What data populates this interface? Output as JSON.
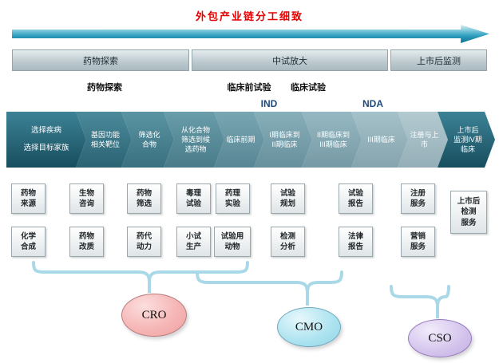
{
  "title": "外包产业链分工细致",
  "phases": [
    {
      "label": "药物探索"
    },
    {
      "label": "中试放大"
    },
    {
      "label": "上市后监测"
    }
  ],
  "stages": [
    "药物探索",
    "临床前试验",
    "临床试验"
  ],
  "milestones": {
    "ind": "IND",
    "nda": "NDA"
  },
  "flow": {
    "steps": [
      {
        "label": "选择疾病\n选择目标家族"
      },
      {
        "label": "基因功能\n相关靶位"
      },
      {
        "label": "筛选化\n合物"
      },
      {
        "label": "从化合物\n筛选到候\n选药物"
      },
      {
        "label": "临床前期"
      },
      {
        "label": "I期临床到\nII期临床"
      },
      {
        "label": "II期临床到\nIII期临床"
      },
      {
        "label": "III期临床"
      },
      {
        "label": "注册与上市"
      },
      {
        "label": "上市后\n监测IV期\n临床"
      }
    ]
  },
  "services": {
    "row1": [
      "药物\n来源",
      "生物\n咨询",
      "药物\n筛选",
      "毒理\n试验",
      "药理\n实验",
      "试验\n规划",
      "试验\n报告",
      "注册\n服务"
    ],
    "row2": [
      "化学\n合成",
      "药物\n改质",
      "药代\n动力",
      "小试\n生产",
      "试验用\n动物",
      "检测\n分析",
      "法律\n报告",
      "营销\n服务"
    ],
    "side": "上市后\n检测\n服务"
  },
  "groups": [
    {
      "label": "CRO",
      "color": "#f3b0b0"
    },
    {
      "label": "CMO",
      "color": "#a9e1ef"
    },
    {
      "label": "CSO",
      "color": "#d2c2ec"
    }
  ],
  "colors": {
    "title": "#e60000",
    "arrow_teal": "#0c7293",
    "flow_dark": "#174e5e",
    "brace_blue": "#a9d9e8"
  }
}
